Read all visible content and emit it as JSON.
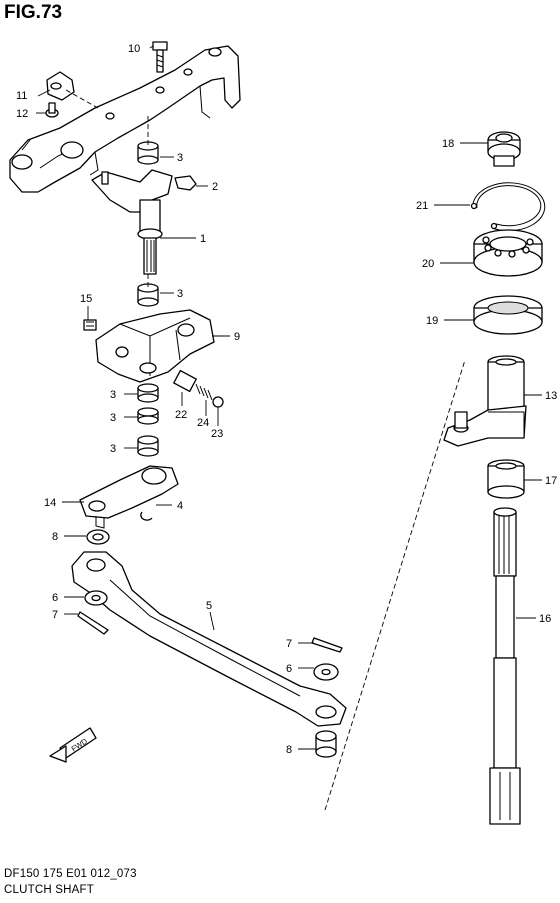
{
  "header": {
    "figure": "FIG.73"
  },
  "footer": {
    "code": "DF150 175 E01 012_073",
    "title": "CLUTCH SHAFT"
  },
  "direction_badge": {
    "label": "FWD"
  },
  "callouts": [
    {
      "id": "c10",
      "label": "10"
    },
    {
      "id": "c11",
      "label": "11"
    },
    {
      "id": "c12",
      "label": "12"
    },
    {
      "id": "c3a",
      "label": "3"
    },
    {
      "id": "c2",
      "label": "2"
    },
    {
      "id": "c1",
      "label": "1"
    },
    {
      "id": "c3b",
      "label": "3"
    },
    {
      "id": "c15",
      "label": "15"
    },
    {
      "id": "c9",
      "label": "9"
    },
    {
      "id": "c3c",
      "label": "3"
    },
    {
      "id": "c3d",
      "label": "3"
    },
    {
      "id": "c3e",
      "label": "3"
    },
    {
      "id": "c22",
      "label": "22"
    },
    {
      "id": "c24",
      "label": "24"
    },
    {
      "id": "c23",
      "label": "23"
    },
    {
      "id": "c14",
      "label": "14"
    },
    {
      "id": "c4",
      "label": "4"
    },
    {
      "id": "c8a",
      "label": "8"
    },
    {
      "id": "c6a",
      "label": "6"
    },
    {
      "id": "c7a",
      "label": "7"
    },
    {
      "id": "c5",
      "label": "5"
    },
    {
      "id": "c7b",
      "label": "7"
    },
    {
      "id": "c6b",
      "label": "6"
    },
    {
      "id": "c8b",
      "label": "8"
    },
    {
      "id": "c18",
      "label": "18"
    },
    {
      "id": "c21",
      "label": "21"
    },
    {
      "id": "c20",
      "label": "20"
    },
    {
      "id": "c19",
      "label": "19"
    },
    {
      "id": "c13",
      "label": "13"
    },
    {
      "id": "c17",
      "label": "17"
    },
    {
      "id": "c16",
      "label": "16"
    }
  ]
}
